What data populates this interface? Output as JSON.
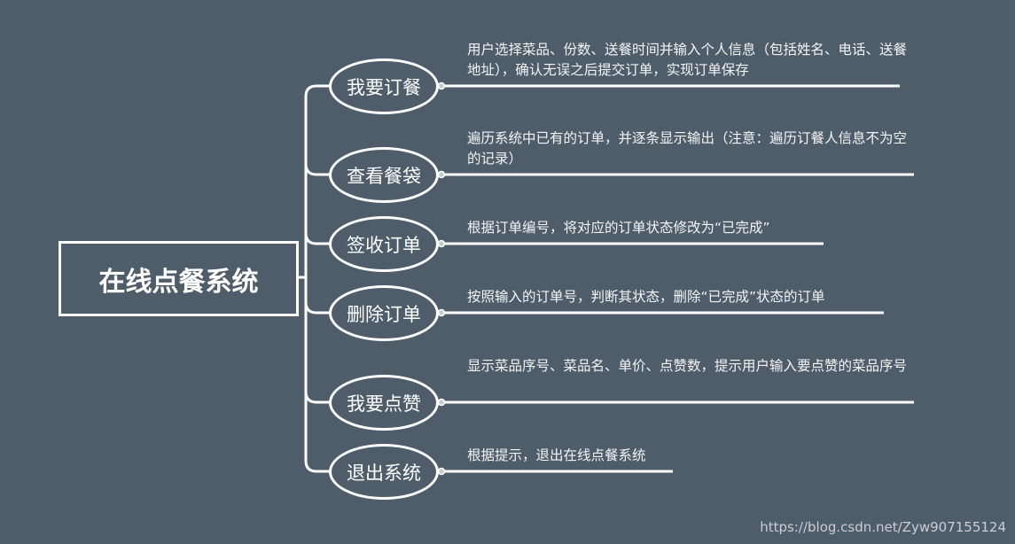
{
  "root": {
    "label": "在线点餐系统"
  },
  "branches": [
    {
      "label": "我要订餐",
      "desc": "用户选择菜品、份数、送餐时间并输入个人信息（包括姓名、电话、送餐地址），确认无误之后提交订单，实现订单保存"
    },
    {
      "label": "查看餐袋",
      "desc": "遍历系统中已有的订单，并逐条显示输出（注意：遍历订餐人信息不为空的记录）"
    },
    {
      "label": "签收订单",
      "desc": "根据订单编号，将对应的订单状态修改为“已完成”"
    },
    {
      "label": "删除订单",
      "desc": "按照输入的订单号，判断其状态，删除“已完成”状态的订单"
    },
    {
      "label": "我要点赞",
      "desc": "显示菜品序号、菜品名、单价、点赞数，提示用户输入要点赞的菜品序号"
    },
    {
      "label": "退出系统",
      "desc": "根据提示，退出在线点餐系统"
    }
  ],
  "watermark": "https://blog.csdn.net/Zyw907155124"
}
